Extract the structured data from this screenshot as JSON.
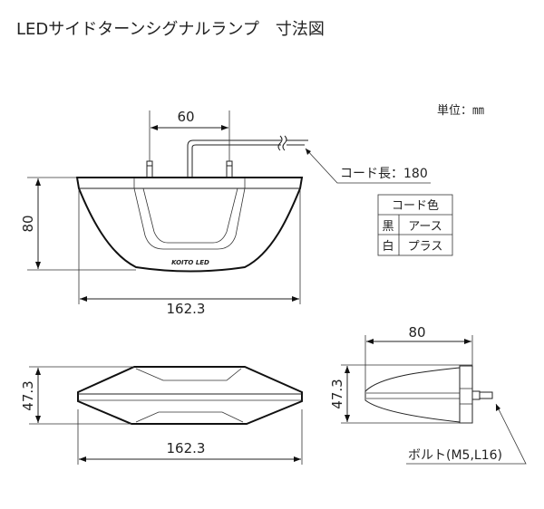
{
  "title": "LEDサイドターンシグナルランプ　寸法図",
  "unit_label": "単位：㎜",
  "front_view": {
    "stud_spacing": "60",
    "height": "80",
    "width": "162.3",
    "logo_text": "KOITO LED"
  },
  "cord_length_label": "コード長：180",
  "cord_color_table": {
    "header": "コード色",
    "rows": [
      {
        "color": "黒",
        "role": "アース"
      },
      {
        "color": "白",
        "role": "プラス"
      }
    ]
  },
  "bottom_view": {
    "depth": "47.3",
    "width": "162.3"
  },
  "side_view": {
    "length": "80",
    "depth": "47.3",
    "bolt_label": "ボルト(M5,L16)"
  }
}
